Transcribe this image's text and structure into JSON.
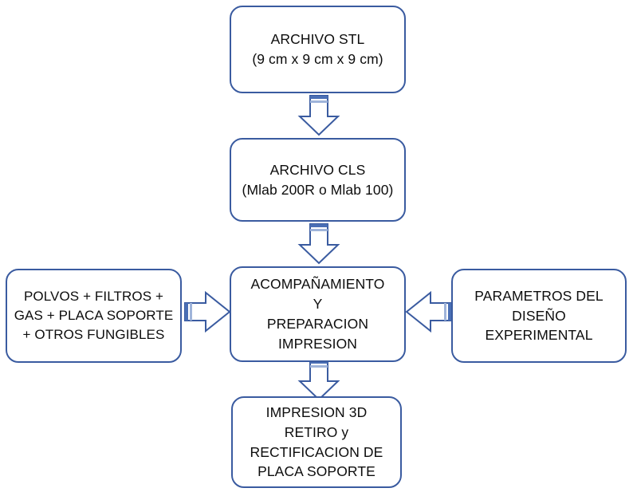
{
  "diagram": {
    "title": "Flujo de proceso de impresion 3D",
    "background_color": "#FFFFFF",
    "node_border_color": "#3A5BA0",
    "node_fill_color": "#FFFFFF",
    "arrow_outline_color": "#3A5BA0",
    "arrow_fill_color": "#FFFFFF",
    "arrow_tail_band_color": "#4A6FB5",
    "text_color": "#0D0D0D",
    "nodes": [
      {
        "id": "archivo-stl",
        "text": "ARCHIVO STL\n(9 cm x 9 cm x 9 cm)",
        "lines": [
          "ARCHIVO STL",
          "(9 cm x 9 cm x 9 cm)"
        ]
      },
      {
        "id": "archivo-cls",
        "text": "ARCHIVO CLS\n(Mlab 200R o Mlab 100)",
        "lines": [
          "ARCHIVO CLS",
          "(Mlab 200R o Mlab 100)"
        ]
      },
      {
        "id": "insumos",
        "text": "POLVOS + FILTROS +\nGAS + PLACA SOPORTE\n+ OTROS FUNGIBLES",
        "lines": [
          "POLVOS + FILTROS +",
          "GAS + PLACA SOPORTE",
          "+ OTROS FUNGIBLES"
        ]
      },
      {
        "id": "acompanamiento",
        "text": "ACOMPAÑAMIENTO\nY\nPREPARACION\nIMPRESION",
        "lines": [
          "ACOMPAÑAMIENTO",
          "Y",
          "PREPARACION",
          "IMPRESION"
        ]
      },
      {
        "id": "parametros",
        "text": "PARAMETROS DEL\nDISEÑO EXPERIMENTAL",
        "lines": [
          "PARAMETROS DEL",
          "DISEÑO EXPERIMENTAL"
        ]
      },
      {
        "id": "impresion",
        "text": "IMPRESION 3D\nRETIRO y\nRECTIFICACION DE\nPLACA SOPORTE",
        "lines": [
          "IMPRESION 3D",
          "RETIRO y",
          "RECTIFICACION DE",
          "PLACA SOPORTE"
        ]
      }
    ],
    "connectors": [
      {
        "id": "stl-to-cls",
        "from": "archivo-stl",
        "to": "archivo-cls",
        "direction": "down"
      },
      {
        "id": "cls-to-acompanamiento",
        "from": "archivo-cls",
        "to": "acompanamiento",
        "direction": "down"
      },
      {
        "id": "insumos-to-acompanamiento",
        "from": "insumos",
        "to": "acompanamiento",
        "direction": "right"
      },
      {
        "id": "parametros-to-acompanamiento",
        "from": "parametros",
        "to": "acompanamiento",
        "direction": "left"
      },
      {
        "id": "acompanamiento-to-impresion",
        "from": "acompanamiento",
        "to": "impresion",
        "direction": "down"
      }
    ]
  }
}
